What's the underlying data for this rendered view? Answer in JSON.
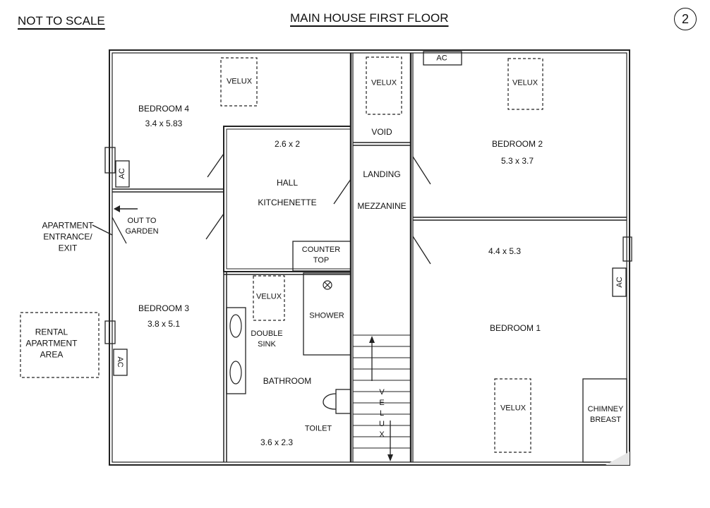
{
  "header": {
    "scale_note": "NOT TO SCALE",
    "title": "MAIN HOUSE FIRST FLOOR",
    "page_number": "2"
  },
  "rooms": {
    "bedroom4": {
      "name": "BEDROOM 4",
      "size": "3.4 x 5.83"
    },
    "bedroom3": {
      "name": "BEDROOM 3",
      "size": "3.8 x 5.1"
    },
    "bedroom2": {
      "name": "BEDROOM 2",
      "size": "5.3 x 3.7"
    },
    "bedroom1": {
      "name": "BEDROOM 1",
      "size": "4.4 x 5.3"
    },
    "hall": {
      "size": "2.6 x 2",
      "name": "HALL",
      "sub": "KITCHENETTE"
    },
    "bathroom": {
      "name": "BATHROOM",
      "size": "3.6 x 2.3"
    },
    "landing": {
      "name": "LANDING",
      "sub": "MEZZANINE"
    },
    "void": "VOID"
  },
  "labels": {
    "velux": "VELUX",
    "ac": "AC",
    "counter_top": [
      "COUNTER",
      "TOP"
    ],
    "shower": "SHOWER",
    "double_sink": [
      "DOUBLE",
      "SINK"
    ],
    "toilet": "TOILET",
    "chimney_breast": [
      "CHIMNEY",
      "BREAST"
    ],
    "out_to_garden": [
      "OUT TO",
      "GARDEN"
    ],
    "apartment_entrance": [
      "APARTMENT",
      "ENTRANCE/",
      "EXIT"
    ],
    "rental_area": [
      "RENTAL",
      "APARTMENT",
      "AREA"
    ],
    "stair_velux": [
      "V",
      "E",
      "L",
      "U",
      "X"
    ]
  }
}
